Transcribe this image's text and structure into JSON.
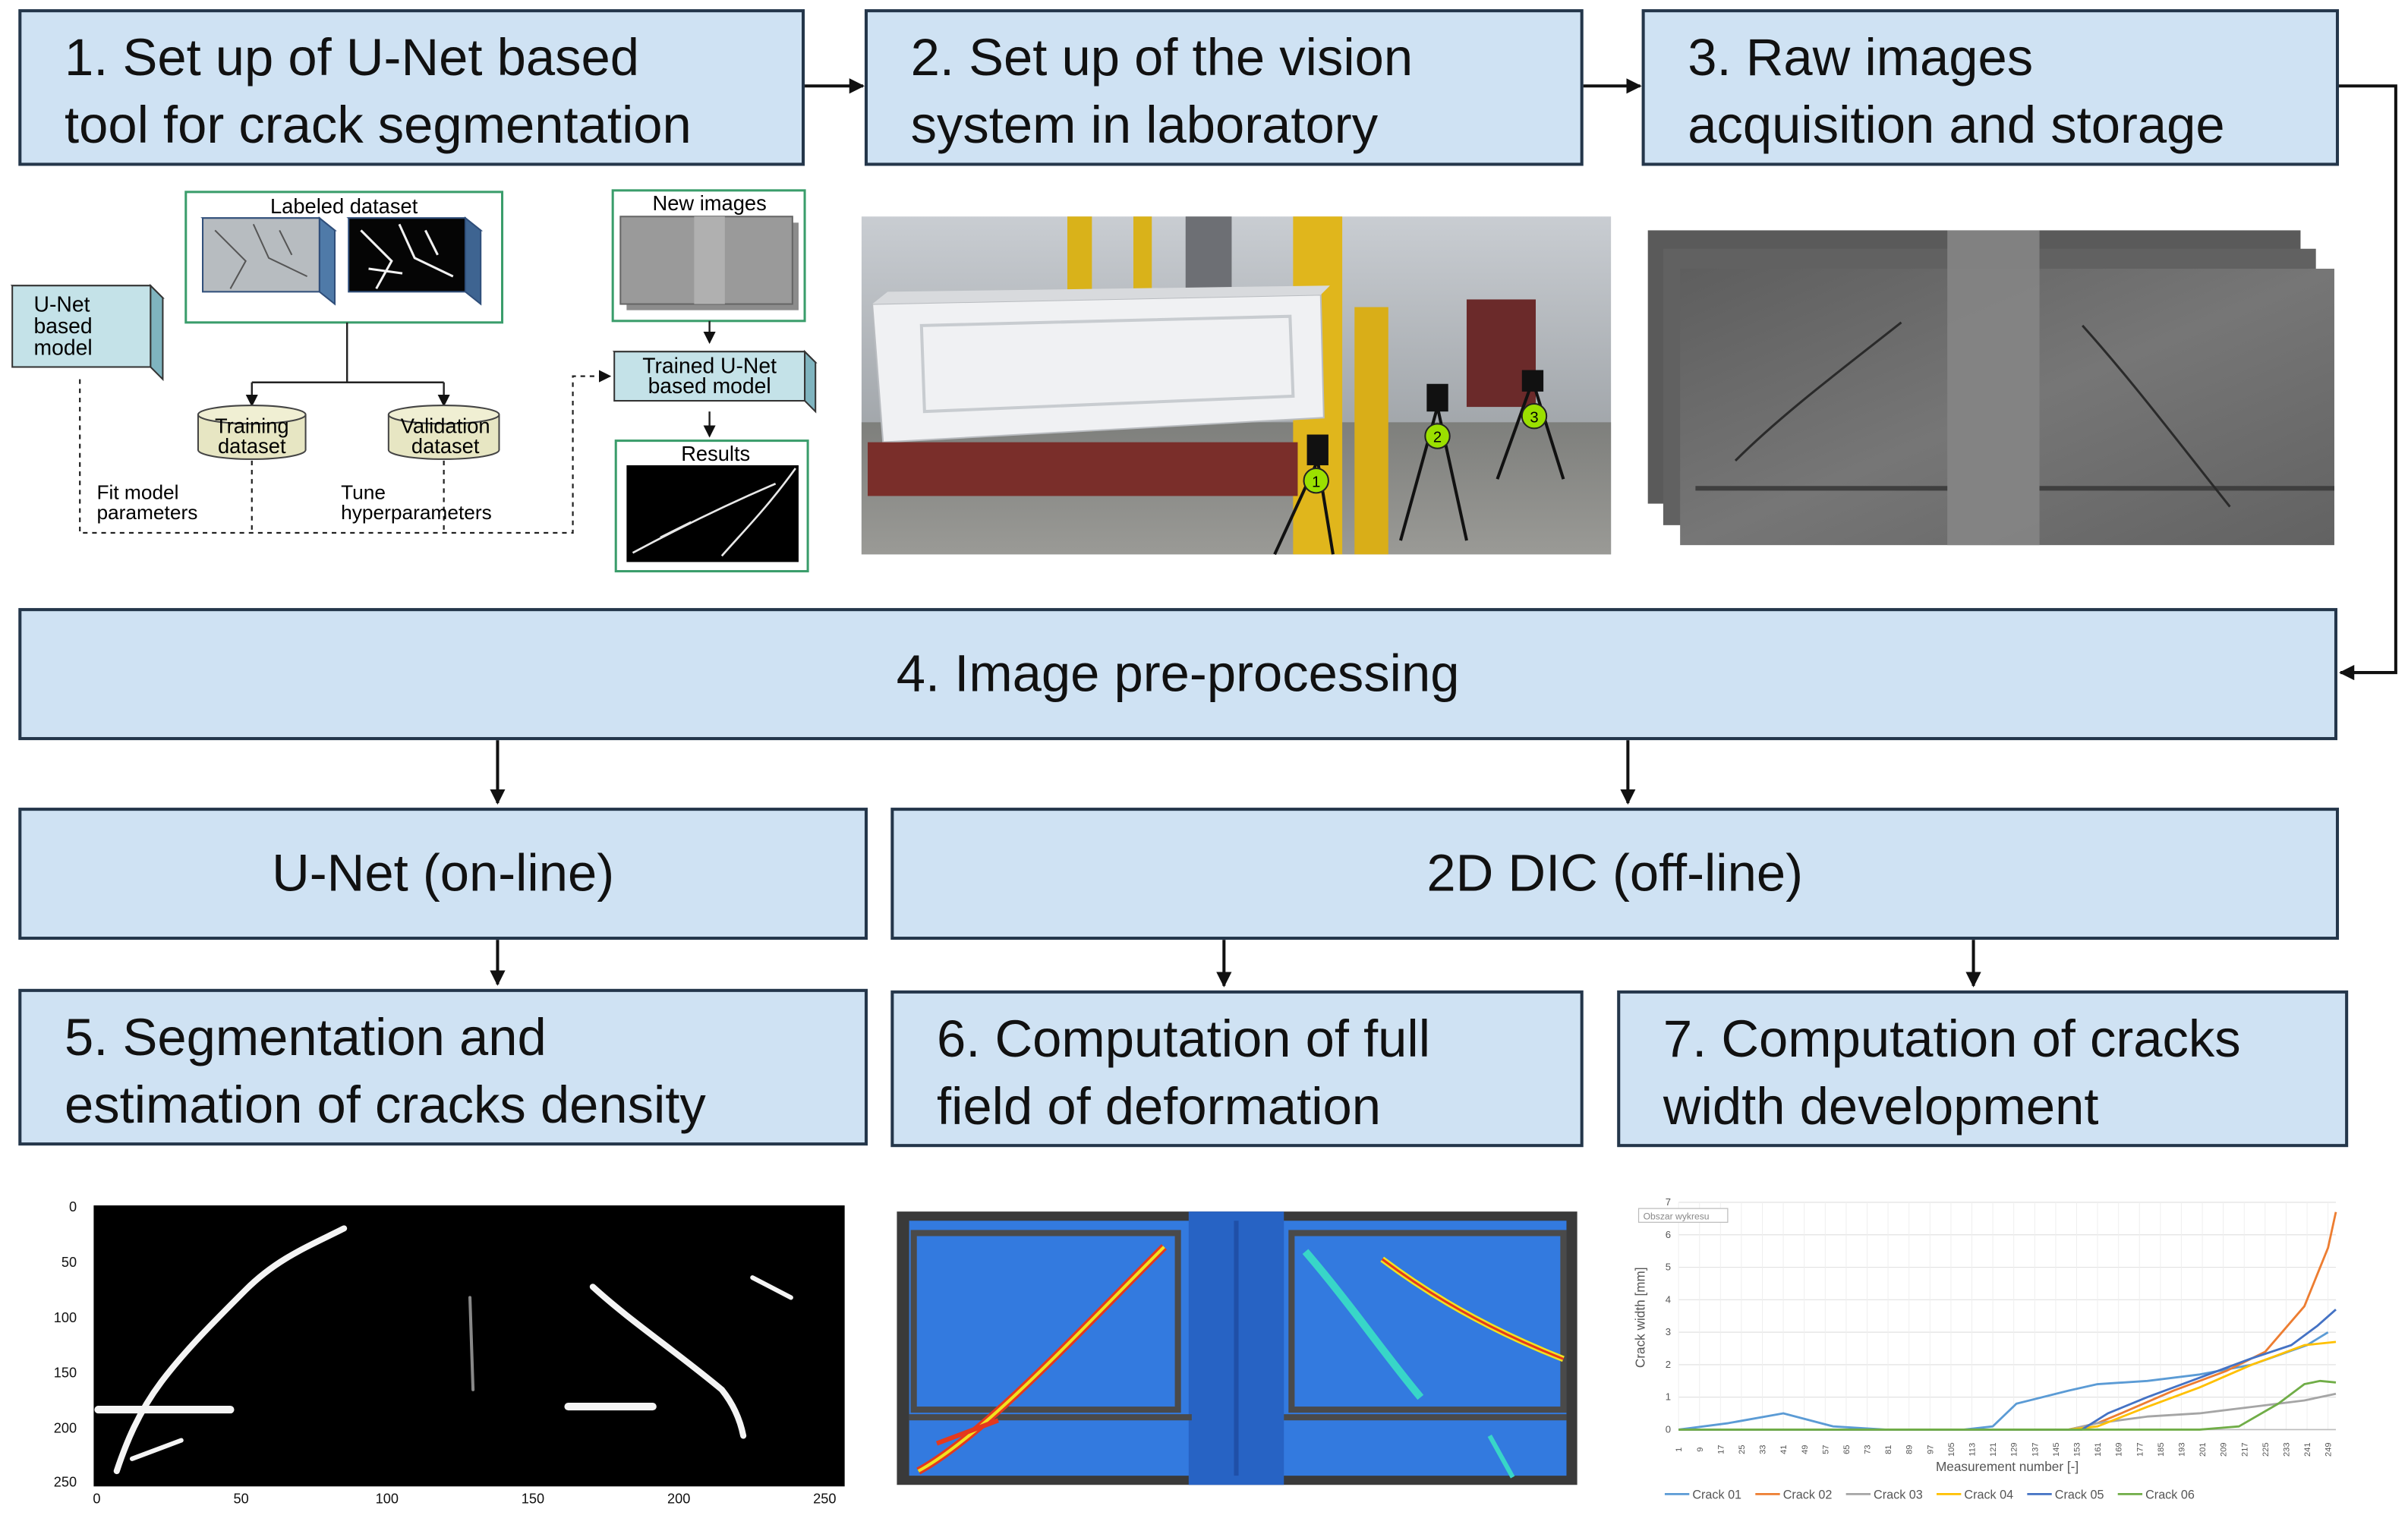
{
  "steps": {
    "s1": "1. Set up of U-Net based\ntool for crack segmentation",
    "s2": "2. Set up of the vision\nsystem in laboratory",
    "s3": "3. Raw images\nacquisition and storage",
    "s4": "4. Image pre-processing",
    "unet": "U-Net (on-line)",
    "dic": "2D DIC (off-line)",
    "s5": "5. Segmentation and\nestimation of cracks density",
    "s6": "6. Computation of full\nfield of deformation",
    "s7": "7. Computation of cracks\nwidth development"
  },
  "unet_diagram": {
    "model": [
      "U-Net",
      "based",
      "model"
    ],
    "labeled": "Labeled dataset",
    "training": [
      "Training",
      "dataset"
    ],
    "validation": [
      "Validation",
      "dataset"
    ],
    "fit": [
      "Fit model",
      "parameters"
    ],
    "tune": [
      "Tune",
      "hyperparameters"
    ],
    "new_images": "New images",
    "trained": [
      "Trained U-Net",
      "based model"
    ],
    "results": "Results"
  },
  "cameras": [
    "1",
    "2",
    "3"
  ],
  "seg_plot": {
    "y_ticks": [
      "0",
      "50",
      "100",
      "150",
      "200",
      "250"
    ],
    "x_ticks": [
      "0",
      "50",
      "100",
      "150",
      "200",
      "250"
    ]
  },
  "chart_data": {
    "type": "line",
    "title": "",
    "legend_box": "Obszar wykresu",
    "ylabel": "Crack width [mm]",
    "xlabel": "Measurement number [-]",
    "ylim": [
      0,
      7
    ],
    "y_ticks": [
      "0",
      "1",
      "2",
      "3",
      "4",
      "5",
      "6",
      "7"
    ],
    "x_ticks": [
      "1",
      "9",
      "17",
      "25",
      "33",
      "41",
      "49",
      "57",
      "65",
      "73",
      "81",
      "89",
      "97",
      "105",
      "113",
      "121",
      "129",
      "137",
      "145",
      "153",
      "161",
      "169",
      "177",
      "185",
      "193",
      "201",
      "209",
      "217",
      "225",
      "233",
      "241",
      "249"
    ],
    "series": [
      {
        "name": "Crack 01",
        "color": "#5b9bd5",
        "x": [
          1,
          20,
          41,
          60,
          80,
          110,
          121,
          130,
          150,
          161,
          180,
          200,
          220,
          241,
          249
        ],
        "y": [
          0,
          0.2,
          0.5,
          0.1,
          0,
          0,
          0.1,
          0.8,
          1.2,
          1.4,
          1.5,
          1.7,
          2.0,
          2.6,
          3.0
        ]
      },
      {
        "name": "Crack 02",
        "color": "#ed7d31",
        "x": [
          1,
          150,
          161,
          170,
          190,
          210,
          225,
          240,
          249,
          252
        ],
        "y": [
          0,
          0,
          0.2,
          0.5,
          1.2,
          1.8,
          2.4,
          3.8,
          5.6,
          6.7
        ]
      },
      {
        "name": "Crack 03",
        "color": "#a5a5a5",
        "x": [
          1,
          150,
          161,
          180,
          200,
          220,
          240,
          252
        ],
        "y": [
          0,
          0,
          0.2,
          0.4,
          0.5,
          0.7,
          0.9,
          1.1
        ]
      },
      {
        "name": "Crack 04",
        "color": "#ffc000",
        "x": [
          1,
          150,
          161,
          180,
          200,
          220,
          230,
          240,
          252
        ],
        "y": [
          0,
          0,
          0.1,
          0.7,
          1.3,
          2.0,
          2.3,
          2.6,
          2.7
        ]
      },
      {
        "name": "Crack 05",
        "color": "#4472c4",
        "x": [
          1,
          155,
          165,
          180,
          200,
          220,
          235,
          245,
          252
        ],
        "y": [
          0,
          0,
          0.5,
          1.0,
          1.6,
          2.2,
          2.6,
          3.2,
          3.7
        ]
      },
      {
        "name": "Crack 06",
        "color": "#70ad47",
        "x": [
          1,
          200,
          215,
          230,
          240,
          246,
          252
        ],
        "y": [
          0,
          0,
          0.1,
          0.8,
          1.4,
          1.5,
          1.45
        ]
      }
    ]
  }
}
